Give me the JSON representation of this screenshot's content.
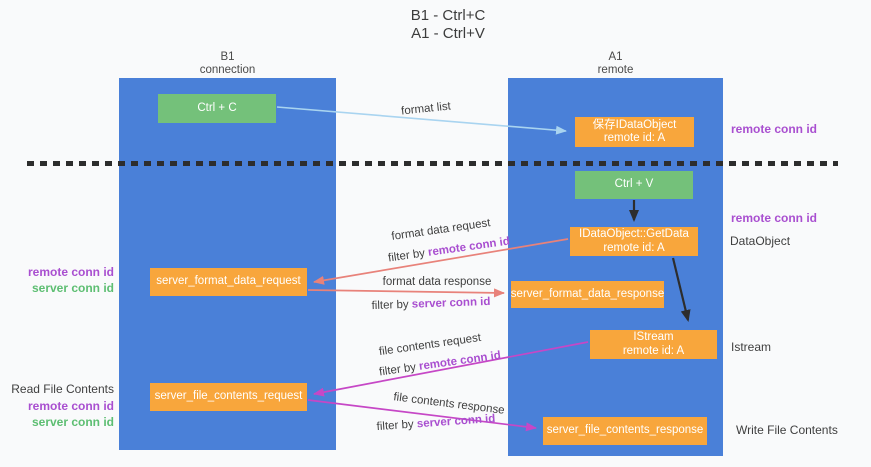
{
  "title": {
    "line1": "B1 - Ctrl+C",
    "line2": "A1 - Ctrl+V"
  },
  "lanes": {
    "left": {
      "name": "B1",
      "role": "connection"
    },
    "right": {
      "name": "A1",
      "role": "remote"
    }
  },
  "nodes": {
    "ctrl_c": {
      "label": "Ctrl + C"
    },
    "save_dataobject": {
      "line1": "保存IDataObject",
      "line2": "remote id: A"
    },
    "ctrl_v": {
      "label": "Ctrl + V"
    },
    "getdata": {
      "line1": "IDataObject::GetData",
      "line2": "remote id: A"
    },
    "format_request": {
      "label": "server_format_data_request"
    },
    "format_response": {
      "label": "server_format_data_response"
    },
    "istream": {
      "line1": "IStream",
      "line2": "remote id: A"
    },
    "file_request": {
      "label": "server_file_contents_request"
    },
    "file_response": {
      "label": "server_file_contents_response"
    }
  },
  "edges": {
    "format_list": {
      "label": "format list"
    },
    "format_data_request": {
      "label": "format data request",
      "filter_prefix": "filter by ",
      "filter_key": "remote conn id"
    },
    "format_data_response": {
      "label": "format data response",
      "filter_prefix": "filter by ",
      "filter_key": "server conn id"
    },
    "file_contents_request": {
      "label": "file contents request",
      "filter_prefix": "filter by ",
      "filter_key": "remote conn id"
    },
    "file_contents_response": {
      "label": "file contents response",
      "filter_prefix": "filter by ",
      "filter_key": "server conn id"
    }
  },
  "margin_labels": {
    "right_remote_conn_id_top": "remote conn id",
    "right_remote_conn_id_mid": "remote conn id",
    "dataobject": "DataObject",
    "istream": "Istream",
    "write_file_contents": "Write File Contents",
    "left_remote_conn_id_1": "remote conn id",
    "left_server_conn_id_1": "server conn id",
    "read_file_contents": "Read File Contents",
    "left_remote_conn_id_2": "remote conn id",
    "left_server_conn_id_2": "server conn id"
  },
  "colors": {
    "bg": "#f9fafb",
    "lane_blue": "#4a80d8",
    "box_green": "#74c17a",
    "box_orange": "#f8a63c",
    "text_dark": "#3c3c3c",
    "purple": "#a94fd0",
    "green_text": "#5dbe72",
    "arrow_blue": "#a9d4f0",
    "arrow_red": "#e8827a",
    "arrow_magenta": "#c647c6",
    "arrow_black": "#2d2d2d"
  }
}
